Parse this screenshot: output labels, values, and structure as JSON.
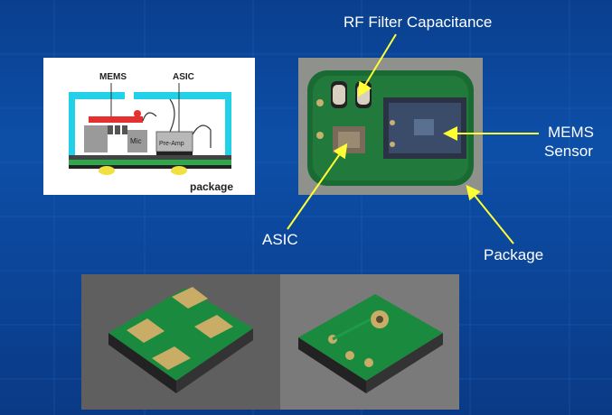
{
  "slide": {
    "labels": {
      "rf_filter": "RF Filter Capacitance",
      "mems_line1": "MEMS",
      "mems_line2": "Sensor",
      "asic": "ASIC",
      "package": "Package"
    },
    "cross_section": {
      "mems": "MEMS",
      "asic": "ASIC",
      "mic": "Mic",
      "preamp": "Pre-Amp",
      "package": "package"
    }
  },
  "colors": {
    "background": "#0d4fa8",
    "arrow": "#ffff33",
    "pcb_green": "#1f8f3a",
    "gold": "#c8b070",
    "cavity_cyan": "#22d0e8"
  }
}
